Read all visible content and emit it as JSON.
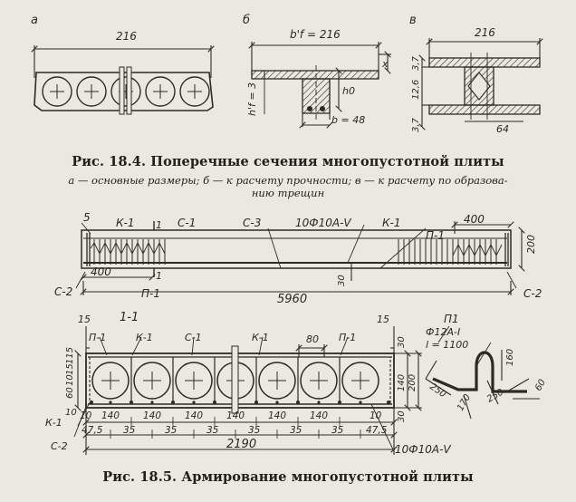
{
  "figure_184": {
    "caption_title": "Рис. 18.4. Поперечные сечения многопустотной плиты",
    "caption_legend_line1": "а — основные размеры; б — к расчету прочности; в — к расчету по образова-",
    "caption_legend_line2": "нию трещин",
    "panel_a": {
      "letter": "а",
      "width": "216"
    },
    "panel_b": {
      "letter": "б",
      "flange_width": "b'f = 216",
      "flange_thk": "h'f = 3",
      "height": "h0",
      "web_width": "b = 48",
      "x_label": "x"
    },
    "panel_c": {
      "letter": "в",
      "width": "216",
      "top": "3,7",
      "mid": "12,6",
      "bottom": "3,7",
      "web": "64"
    }
  },
  "figure_185": {
    "caption_title": "Рис. 18.5. Армирование многопустотной плиты",
    "elevation": {
      "top_left_dim": "5",
      "section_mark": "1",
      "labels": [
        "К-1",
        "С-1",
        "С-3",
        "10Ф10А-V",
        "К-1",
        "П-1",
        "С-2",
        "П-1",
        "С-2"
      ],
      "dim_400_left": "400",
      "dim_400_right": "400",
      "dim_200": "200",
      "dim_30": "30",
      "total_length": "5960"
    },
    "section": {
      "title": "1-1",
      "top_left": "15",
      "top_right": "15",
      "labels": [
        "П-1",
        "К-1",
        "С-1",
        "К-1",
        "П-1",
        "К-1",
        "С-2"
      ],
      "dim_80": "80",
      "left_dims": [
        "115",
        "15",
        "10",
        "60",
        "10"
      ],
      "right_dims": [
        "30",
        "140",
        "200",
        "30"
      ],
      "bottom_row1": [
        "10",
        "140",
        "140",
        "140",
        "140",
        "140",
        "140",
        "10"
      ],
      "bottom_row2": [
        "47,5",
        "35",
        "35",
        "35",
        "35",
        "35",
        "35",
        "47,5"
      ],
      "total_width": "2190",
      "rebar": "10Ф10А-V"
    },
    "detail_p1": {
      "name": "П1",
      "spec": "Ф12А-I",
      "length": "l = 1100",
      "dims": [
        "160",
        "250",
        "250",
        "170",
        "60"
      ]
    }
  }
}
